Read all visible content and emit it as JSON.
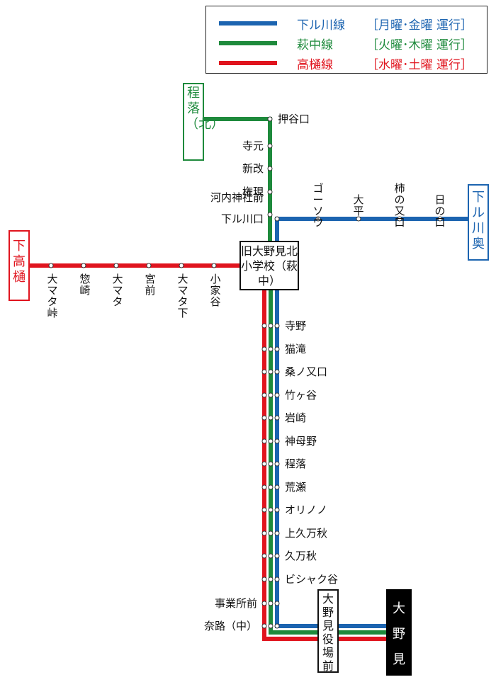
{
  "legend": {
    "items": [
      {
        "name": "下ル川線",
        "days": "［月曜･金曜 運行］",
        "color": "#1c64b0"
      },
      {
        "name": "萩中線",
        "days": "［火曜･木曜 運行］",
        "color": "#1e8a3c"
      },
      {
        "name": "高樋線",
        "days": "［水曜･土曜 運行］",
        "color": "#e0141e"
      }
    ]
  },
  "termini": {
    "north": "程落（北）",
    "east": "下ル川奥",
    "west": "下高樋",
    "hub": "旧大野見北小学校（萩中）",
    "office": "大野見役場前",
    "south_end": "大野見"
  },
  "stops": {
    "north_line": [
      "押谷口",
      "寺元",
      "新改",
      "権現",
      "河内神社前",
      "下ル川口"
    ],
    "east_line": [
      "ゴーソウ",
      "大平",
      "柿の又口",
      "日の口"
    ],
    "west_line": [
      "大マタ峠",
      "惣崎",
      "大マタ",
      "宮前",
      "大マタ下",
      "小家谷"
    ],
    "main_trunk": [
      "寺野",
      "猫滝",
      "桑ノ又口",
      "竹ヶ谷",
      "岩崎",
      "神母野",
      "程落",
      "荒瀬",
      "オリノノ",
      "上久万秋",
      "久万秋",
      "ビシャク谷"
    ],
    "bottom_left": [
      "事業所前",
      "奈路（中）"
    ]
  }
}
